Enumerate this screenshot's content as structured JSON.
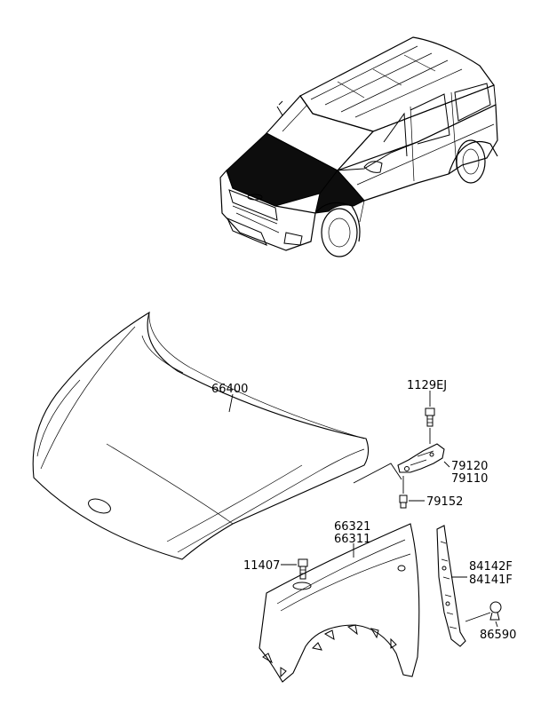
{
  "labels": {
    "hood": "66400",
    "hinge_bolt": "1129EJ",
    "hinge_rh": "79120",
    "hinge_lh": "79110",
    "hinge_bolt_lower": "79152",
    "fender_lh": "66321",
    "fender_rh": "66311",
    "fender_bolt": "11407",
    "bracket_lh": "84142F",
    "bracket_rh": "84141F",
    "clip": "86590"
  }
}
